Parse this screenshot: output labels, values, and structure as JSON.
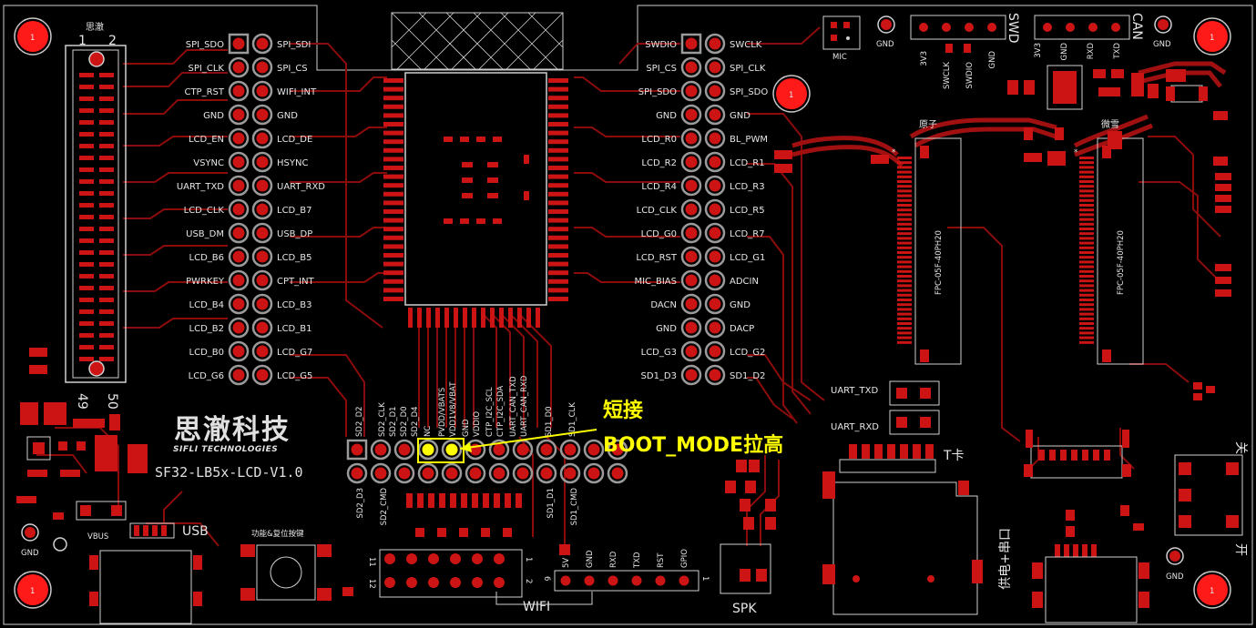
{
  "colors": {
    "background": "#000000",
    "copper": "#cc1414",
    "copper_dark": "#8c0c0c",
    "silkscreen": "#e6e6e6",
    "annotation": "#ffff00",
    "pad_ring": "#9a9a9a",
    "mount_hole": "#ff1a1a"
  },
  "mount_hole_label": "1",
  "fpc_connector": {
    "label": "思澈",
    "pin_first": "1",
    "pin_second": "2",
    "pin_end_left": "49",
    "pin_end_right": "50"
  },
  "left_header": {
    "pins": [
      {
        "left": "SPI_SDO",
        "right": "SPI_SDI"
      },
      {
        "left": "SPI_CLK",
        "right": "SPI_CS"
      },
      {
        "left": "CTP_RST",
        "right": "WIFI_INT"
      },
      {
        "left": "GND",
        "right": "GND"
      },
      {
        "left": "LCD_EN",
        "right": "LCD_DE"
      },
      {
        "left": "VSYNC",
        "right": "HSYNC"
      },
      {
        "left": "UART_TXD",
        "right": "UART_RXD"
      },
      {
        "left": "LCD_CLK",
        "right": "LCD_B7"
      },
      {
        "left": "USB_DM",
        "right": "USB_DP"
      },
      {
        "left": "LCD_B6",
        "right": "LCD_B5"
      },
      {
        "left": "PWRKEY",
        "right": "CPT_INT"
      },
      {
        "left": "LCD_B4",
        "right": "LCD_B3"
      },
      {
        "left": "LCD_B2",
        "right": "LCD_B1"
      },
      {
        "left": "LCD_B0",
        "right": "LCD_G7"
      },
      {
        "left": "LCD_G6",
        "right": "LCD_G5"
      }
    ]
  },
  "right_header": {
    "pins": [
      {
        "left": "SWDIO",
        "right": "SWCLK"
      },
      {
        "left": "SPI_CS",
        "right": "SPI_CLK"
      },
      {
        "left": "SPI_SDO",
        "right": "SPI_SDO"
      },
      {
        "left": "GND",
        "right": "GND"
      },
      {
        "left": "LCD_R0",
        "right": "BL_PWM"
      },
      {
        "left": "LCD_R2",
        "right": "LCD_R1"
      },
      {
        "left": "LCD_R4",
        "right": "LCD_R3"
      },
      {
        "left": "LCD_CLK",
        "right": "LCD_R5"
      },
      {
        "left": "LCD_G0",
        "right": "LCD_R7"
      },
      {
        "left": "LCD_RST",
        "right": "LCD_G1"
      },
      {
        "left": "MIC_BIAS",
        "right": "ADCIN"
      },
      {
        "left": "DACN",
        "right": "GND"
      },
      {
        "left": "GND",
        "right": "DACP"
      },
      {
        "left": "LCD_G3",
        "right": "LCD_G2"
      },
      {
        "left": "SD1_D3",
        "right": "SD1_D2"
      }
    ]
  },
  "bottom_header": {
    "top_labels": [
      "SD2_D2",
      "SD2_CLK",
      "SD2_D1",
      "SD2_D0",
      "SD2_D4",
      "NC",
      "PVDD/VBATS",
      "VDD1V8/VBAT",
      "GND",
      "VDDIO",
      "CTP_I2C_SCL",
      "CTP_I2C_SDA",
      "UART_CAN_TXD",
      "UART_CAN_RXD",
      "SD1_D0",
      "SD1_CLK"
    ],
    "bottom_labels": [
      "SD2_D3",
      "SD2_CMD",
      "SD1_D1",
      "SD1_CMD"
    ]
  },
  "annotation": {
    "line1": "短接",
    "line2": "BOOT_MODE拉高"
  },
  "logo": {
    "chinese": "思澈科技",
    "english": "SIFLI TECHNOLOGIES"
  },
  "board_name": "SF32-LB5x-LCD-V1.0",
  "swd": {
    "title": "SWD",
    "pins": [
      "3V3",
      "SWCLK",
      "SWDIO",
      "GND"
    ]
  },
  "can": {
    "title": "CAN",
    "pins": [
      "3V3",
      "GND",
      "RXD",
      "TXD"
    ]
  },
  "gnd_label": "GND",
  "mic_label": "MIC",
  "lcd_connectors": [
    {
      "title": "原子",
      "part": "FPC-05F-40PH20"
    },
    {
      "title": "微雪",
      "part": "FPC-05F-40PH20"
    }
  ],
  "uart_txd": "UART_TXD",
  "uart_rxd": "UART_RXD",
  "tf_label": "T卡",
  "power_uart_label": "供电+串口",
  "switch_label_on": "开",
  "switch_label_off": "关",
  "usb_label": "USB",
  "vbus_label": "VBUS",
  "button_label": "功能&复位按键",
  "spk_label": "SPK",
  "wifi": {
    "title": "WIFI",
    "pins": [
      "5V",
      "GND",
      "RXD",
      "TXD",
      "RST",
      "GPIO"
    ],
    "pin_left": "6",
    "pin_right": "1"
  },
  "aux_header": {
    "n11": "11",
    "n12": "12",
    "n1": "1",
    "n2": "2"
  }
}
